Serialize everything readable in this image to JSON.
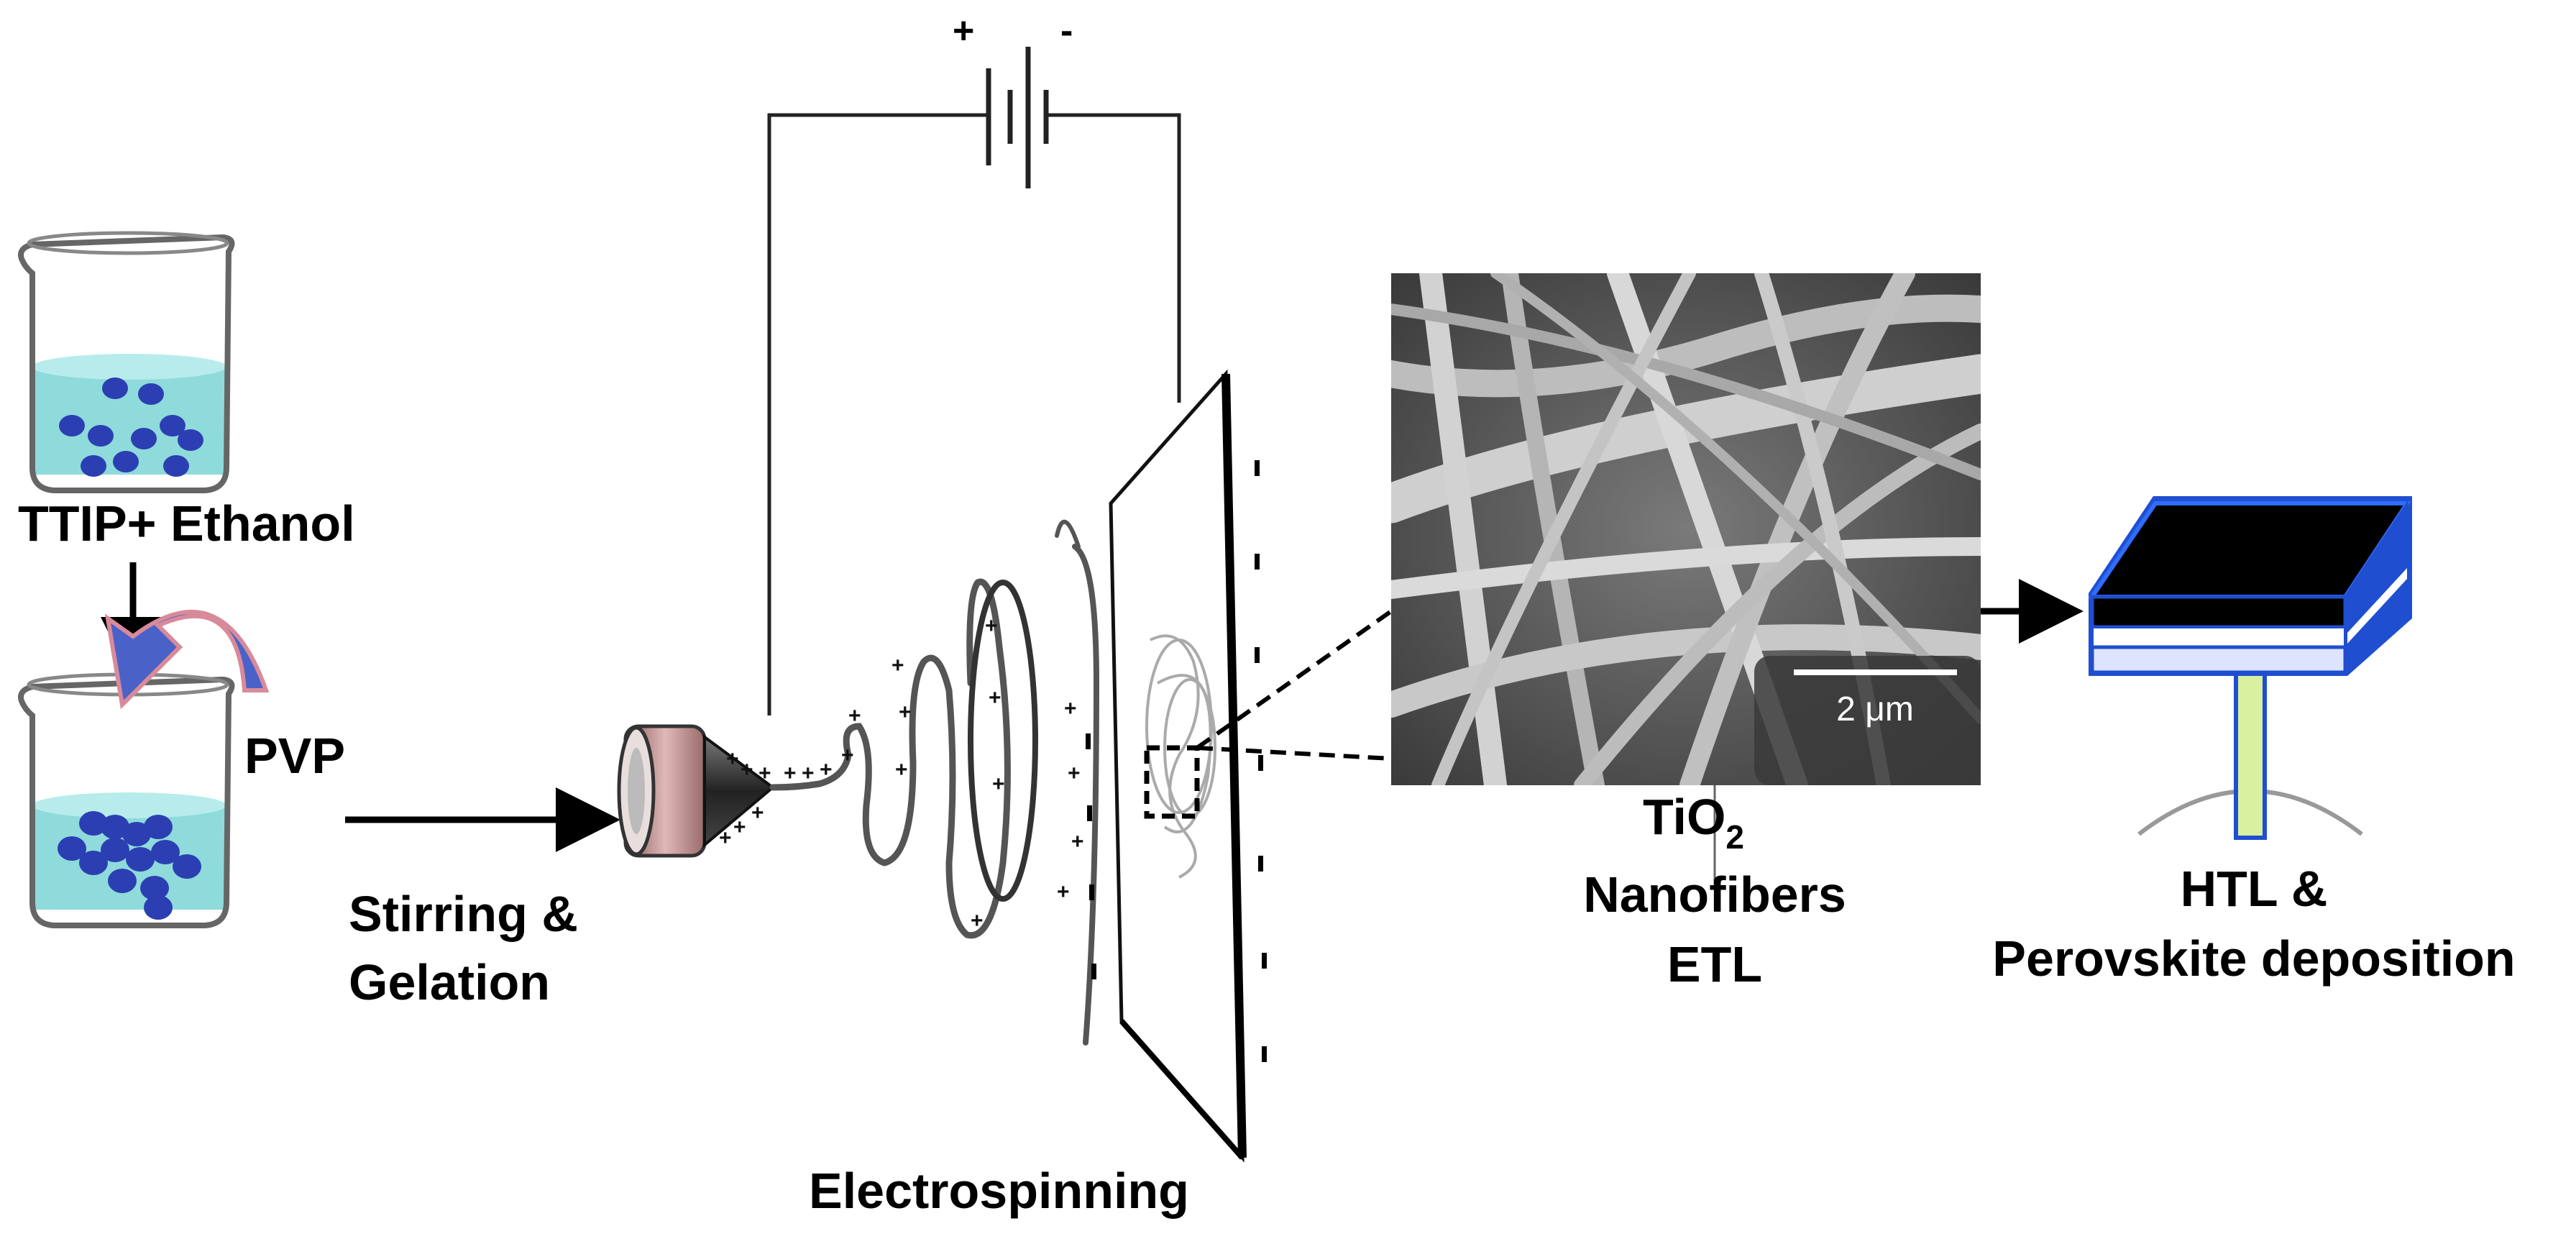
{
  "labels": {
    "precursor": "TTIP+ Ethanol",
    "additive": "PVP",
    "step_stirring_line1": "Stirring &",
    "step_stirring_line2": "Gelation",
    "step_electrospinning": "Electrospinning",
    "product_line1_main": "TiO",
    "product_line1_sub": "2",
    "product_line2": "Nanofibers",
    "product_line3": "ETL",
    "device_line1": "HTL &",
    "device_line2": "Perovskite deposition",
    "scale_bar": "2 μm",
    "battery_positive": "+",
    "battery_negative": "-"
  },
  "colors": {
    "solution": "#8fdada",
    "particles": "#2b3fb3",
    "pvp_arrow": "#4a62c8",
    "pvp_arrow_edge": "#d98a9a",
    "nozzle_barrel": "#c89a9a",
    "device_frame": "#1f4fd0",
    "device_top": "#000000",
    "stand": "#d8f0a0"
  },
  "icons": {
    "beaker": "beaker-icon",
    "battery": "battery-icon",
    "nozzle": "spinneret-icon",
    "collector": "collector-plate-icon",
    "sem": "sem-micrograph-image",
    "device": "solar-cell-device-icon"
  }
}
